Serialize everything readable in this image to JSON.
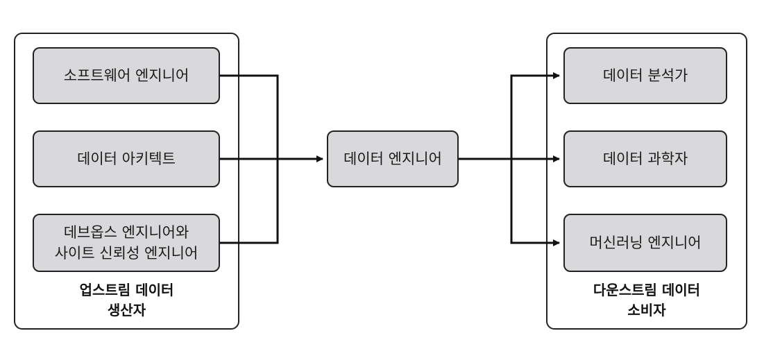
{
  "producers": {
    "label_line1": "업스트림 데이터",
    "label_line2": "생산자",
    "items": [
      {
        "lines": [
          "소프트웨어 엔지니어"
        ]
      },
      {
        "lines": [
          "데이터 아키텍트"
        ]
      },
      {
        "lines": [
          "데브옵스 엔지니어와",
          "사이트 신뢰성 엔지니어"
        ]
      }
    ]
  },
  "center": {
    "label": "데이터 엔지니어"
  },
  "consumers": {
    "label_line1": "다운스트림 데이터",
    "label_line2": "소비자",
    "items": [
      {
        "lines": [
          "데이터 분석가"
        ]
      },
      {
        "lines": [
          "데이터 과학자"
        ]
      },
      {
        "lines": [
          "머신러닝 엔지니어"
        ]
      }
    ]
  },
  "colors": {
    "node_fill": "#d9d9db",
    "stroke": "#222222",
    "background": "#ffffff"
  }
}
